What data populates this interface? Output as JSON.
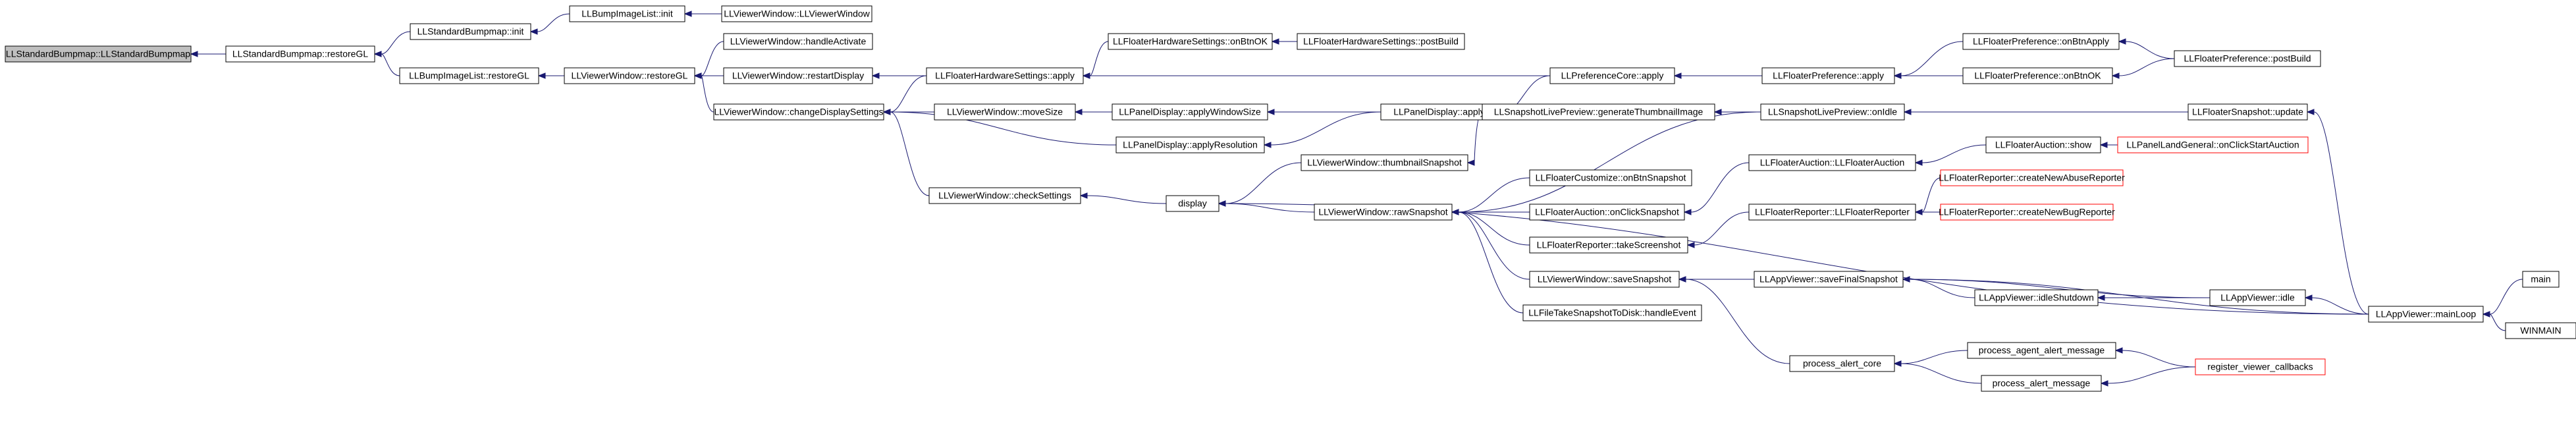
{
  "colors": {
    "edge": "#191970",
    "node_border": "#000000",
    "node_border_red": "#ff0000",
    "root_fill": "#bfbfbf",
    "node_fill": "#ffffff"
  },
  "nodes": [
    {
      "id": "root",
      "label": "LLStandardBumpmap::LLStandardBumpmap",
      "style": "root"
    },
    {
      "id": "sb_restoreGL",
      "label": "LLStandardBumpmap::restoreGL"
    },
    {
      "id": "sb_init",
      "label": "LLStandardBumpmap::init"
    },
    {
      "id": "bil_init",
      "label": "LLBumpImageList::init"
    },
    {
      "id": "vw_ctor",
      "label": "LLViewerWindow::LLViewerWindow"
    },
    {
      "id": "bil_restoreGL",
      "label": "LLBumpImageList::restoreGL"
    },
    {
      "id": "vw_restoreGL",
      "label": "LLViewerWindow::restoreGL"
    },
    {
      "id": "vw_handleActivate",
      "label": "LLViewerWindow::handleActivate"
    },
    {
      "id": "vw_restartDisplay",
      "label": "LLViewerWindow::restartDisplay"
    },
    {
      "id": "vw_changeDisplaySettings",
      "label": "LLViewerWindow::changeDisplaySettings"
    },
    {
      "id": "fhs_apply",
      "label": "LLFloaterHardwareSettings::apply"
    },
    {
      "id": "fhs_onBtnOK",
      "label": "LLFloaterHardwareSettings::onBtnOK"
    },
    {
      "id": "fhs_postBuild",
      "label": "LLFloaterHardwareSettings::postBuild"
    },
    {
      "id": "vw_moveSize",
      "label": "LLViewerWindow::moveSize"
    },
    {
      "id": "pd_applyWindowSize",
      "label": "LLPanelDisplay::applyWindowSize"
    },
    {
      "id": "pd_applyResolution",
      "label": "LLPanelDisplay::applyResolution"
    },
    {
      "id": "pd_apply",
      "label": "LLPanelDisplay::apply"
    },
    {
      "id": "pc_apply",
      "label": "LLPreferenceCore::apply"
    },
    {
      "id": "fp_apply",
      "label": "LLFloaterPreference::apply"
    },
    {
      "id": "fp_onBtnApply",
      "label": "LLFloaterPreference::onBtnApply"
    },
    {
      "id": "fp_onBtnOK",
      "label": "LLFloaterPreference::onBtnOK"
    },
    {
      "id": "fp_postBuild",
      "label": "LLFloaterPreference::postBuild"
    },
    {
      "id": "vw_checkSettings",
      "label": "LLViewerWindow::checkSettings"
    },
    {
      "id": "display",
      "label": "display"
    },
    {
      "id": "vw_thumbnailSnapshot",
      "label": "LLViewerWindow::thumbnailSnapshot"
    },
    {
      "id": "slp_genThumb",
      "label": "LLSnapshotLivePreview::generateThumbnailImage"
    },
    {
      "id": "slp_onIdle",
      "label": "LLSnapshotLivePreview::onIdle"
    },
    {
      "id": "fs_update",
      "label": "LLFloaterSnapshot::update"
    },
    {
      "id": "vw_rawSnapshot",
      "label": "LLViewerWindow::rawSnapshot"
    },
    {
      "id": "fc_onBtnSnapshot",
      "label": "LLFloaterCustomize::onBtnSnapshot"
    },
    {
      "id": "fa_onClickSnapshot",
      "label": "LLFloaterAuction::onClickSnapshot"
    },
    {
      "id": "fa_ctor",
      "label": "LLFloaterAuction::LLFloaterAuction"
    },
    {
      "id": "fa_show",
      "label": "LLFloaterAuction::show"
    },
    {
      "id": "plg_onClickStartAuction",
      "label": "LLPanelLandGeneral::onClickStartAuction",
      "style": "red"
    },
    {
      "id": "fr_takeScreenshot",
      "label": "LLFloaterReporter::takeScreenshot"
    },
    {
      "id": "fr_ctor",
      "label": "LLFloaterReporter::LLFloaterReporter"
    },
    {
      "id": "fr_createNewAbuse",
      "label": "LLFloaterReporter::createNewAbuseReporter",
      "style": "red"
    },
    {
      "id": "fr_createNewBug",
      "label": "LLFloaterReporter::createNewBugReporter",
      "style": "red"
    },
    {
      "id": "vw_saveSnapshot",
      "label": "LLViewerWindow::saveSnapshot"
    },
    {
      "id": "av_saveFinalSnapshot",
      "label": "LLAppViewer::saveFinalSnapshot"
    },
    {
      "id": "av_idleShutdown",
      "label": "LLAppViewer::idleShutdown"
    },
    {
      "id": "av_idle",
      "label": "LLAppViewer::idle"
    },
    {
      "id": "av_mainLoop",
      "label": "LLAppViewer::mainLoop"
    },
    {
      "id": "main",
      "label": "main"
    },
    {
      "id": "winmain",
      "label": "WINMAIN"
    },
    {
      "id": "ftsd_handleEvent",
      "label": "LLFileTakeSnapshotToDisk::handleEvent"
    },
    {
      "id": "process_alert_core",
      "label": "process_alert_core"
    },
    {
      "id": "process_agent_alert_message",
      "label": "process_agent_alert_message"
    },
    {
      "id": "process_alert_message",
      "label": "process_alert_message"
    },
    {
      "id": "register_viewer_callbacks",
      "label": "register_viewer_callbacks",
      "style": "red"
    }
  ],
  "edges": [
    [
      "sb_restoreGL",
      "root"
    ],
    [
      "sb_init",
      "sb_restoreGL"
    ],
    [
      "bil_restoreGL",
      "sb_restoreGL"
    ],
    [
      "bil_init",
      "sb_init"
    ],
    [
      "vw_ctor",
      "bil_init"
    ],
    [
      "vw_restoreGL",
      "bil_restoreGL"
    ],
    [
      "vw_handleActivate",
      "vw_restoreGL"
    ],
    [
      "vw_restartDisplay",
      "vw_restoreGL"
    ],
    [
      "vw_changeDisplaySettings",
      "vw_restoreGL"
    ],
    [
      "fhs_apply",
      "vw_restartDisplay"
    ],
    [
      "fhs_apply",
      "vw_changeDisplaySettings"
    ],
    [
      "fhs_onBtnOK",
      "fhs_apply"
    ],
    [
      "fhs_postBuild",
      "fhs_onBtnOK"
    ],
    [
      "pc_apply",
      "fhs_apply"
    ],
    [
      "vw_moveSize",
      "vw_changeDisplaySettings"
    ],
    [
      "pd_applyResolution",
      "vw_changeDisplaySettings"
    ],
    [
      "vw_checkSettings",
      "vw_changeDisplaySettings"
    ],
    [
      "pd_applyWindowSize",
      "vw_moveSize"
    ],
    [
      "pd_apply",
      "pd_applyWindowSize"
    ],
    [
      "pd_apply",
      "pd_applyResolution"
    ],
    [
      "pc_apply",
      "pd_apply"
    ],
    [
      "fp_apply",
      "pc_apply"
    ],
    [
      "fp_onBtnApply",
      "fp_apply"
    ],
    [
      "fp_onBtnOK",
      "fp_apply"
    ],
    [
      "fp_postBuild",
      "fp_onBtnApply"
    ],
    [
      "fp_postBuild",
      "fp_onBtnOK"
    ],
    [
      "display",
      "vw_checkSettings"
    ],
    [
      "vw_thumbnailSnapshot",
      "display"
    ],
    [
      "vw_rawSnapshot",
      "display"
    ],
    [
      "av_mainLoop",
      "display"
    ],
    [
      "slp_genThumb",
      "vw_thumbnailSnapshot"
    ],
    [
      "slp_onIdle",
      "slp_genThumb"
    ],
    [
      "slp_onIdle",
      "vw_rawSnapshot"
    ],
    [
      "fs_update",
      "slp_onIdle"
    ],
    [
      "av_mainLoop",
      "fs_update"
    ],
    [
      "fc_onBtnSnapshot",
      "vw_rawSnapshot"
    ],
    [
      "fa_onClickSnapshot",
      "vw_rawSnapshot"
    ],
    [
      "fr_takeScreenshot",
      "vw_rawSnapshot"
    ],
    [
      "vw_saveSnapshot",
      "vw_rawSnapshot"
    ],
    [
      "ftsd_handleEvent",
      "vw_rawSnapshot"
    ],
    [
      "fa_ctor",
      "fa_onClickSnapshot"
    ],
    [
      "fa_show",
      "fa_ctor"
    ],
    [
      "plg_onClickStartAuction",
      "fa_show"
    ],
    [
      "fr_ctor",
      "fr_takeScreenshot"
    ],
    [
      "fr_createNewAbuse",
      "fr_ctor"
    ],
    [
      "fr_createNewBug",
      "fr_ctor"
    ],
    [
      "av_saveFinalSnapshot",
      "vw_saveSnapshot"
    ],
    [
      "process_alert_core",
      "vw_saveSnapshot"
    ],
    [
      "av_idle",
      "av_saveFinalSnapshot"
    ],
    [
      "av_idleShutdown",
      "av_saveFinalSnapshot"
    ],
    [
      "av_mainLoop",
      "av_saveFinalSnapshot"
    ],
    [
      "av_idle",
      "av_idleShutdown"
    ],
    [
      "av_mainLoop",
      "av_idle"
    ],
    [
      "main",
      "av_mainLoop"
    ],
    [
      "winmain",
      "av_mainLoop"
    ],
    [
      "process_agent_alert_message",
      "process_alert_core"
    ],
    [
      "process_alert_message",
      "process_alert_core"
    ],
    [
      "register_viewer_callbacks",
      "process_agent_alert_message"
    ],
    [
      "register_viewer_callbacks",
      "process_alert_message"
    ]
  ]
}
